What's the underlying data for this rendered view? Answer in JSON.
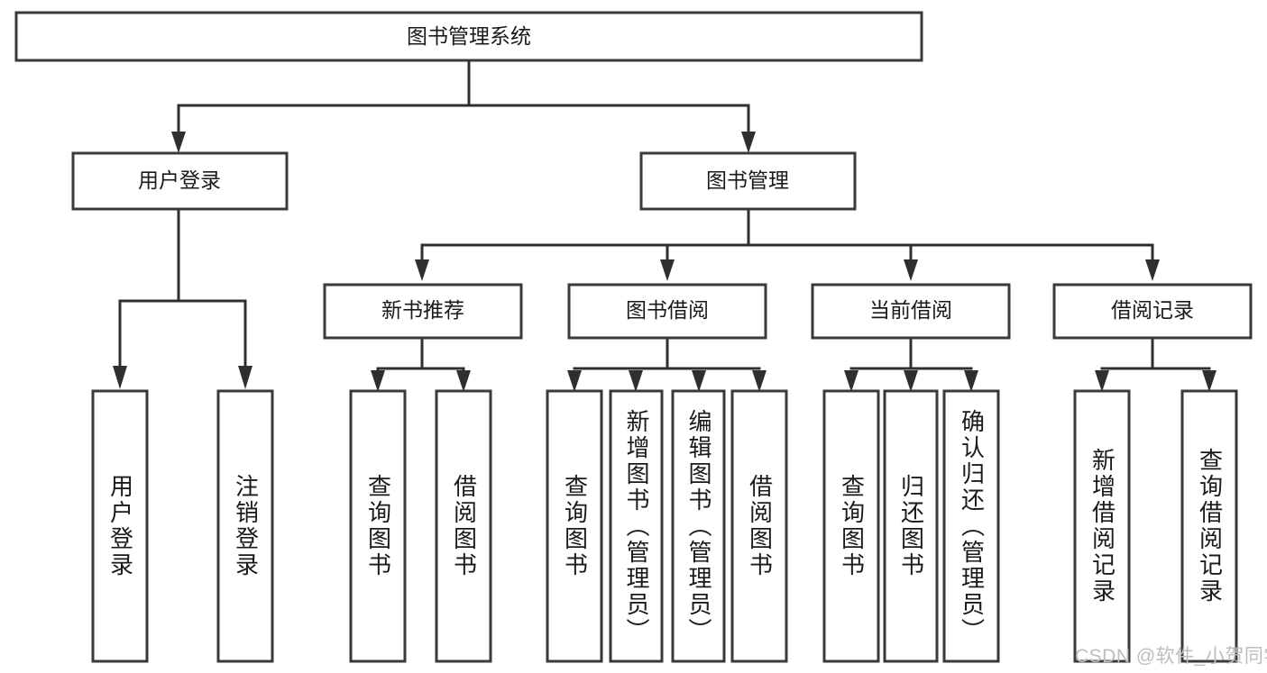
{
  "diagram": {
    "type": "hierarchy-tree",
    "title": "图书管理系统",
    "orientation": "top-down",
    "colors": {
      "box_fill": "#ffffff",
      "box_stroke": "#3a3a3a",
      "connector": "#2f2f2f",
      "text": "#1a1a1a",
      "watermark": "#bdbdbd",
      "background": "#ffffff"
    },
    "root": {
      "label": "图书管理系统"
    },
    "level2": [
      {
        "label": "用户登录"
      },
      {
        "label": "图书管理"
      }
    ],
    "level3": [
      {
        "label": "新书推荐"
      },
      {
        "label": "图书借阅"
      },
      {
        "label": "当前借阅"
      },
      {
        "label": "借阅记录"
      }
    ],
    "leaves": {
      "user_login": [
        {
          "label": "用户登录"
        },
        {
          "label": "注销登录"
        }
      ],
      "new_book_recommend": [
        {
          "label": "查询图书"
        },
        {
          "label": "借阅图书"
        }
      ],
      "book_borrow": [
        {
          "label": "查询图书"
        },
        {
          "label": "新增图书（管理员）"
        },
        {
          "label": "编辑图书（管理员）"
        },
        {
          "label": "借阅图书"
        }
      ],
      "current_borrow": [
        {
          "label": "查询图书"
        },
        {
          "label": "归还图书"
        },
        {
          "label": "确认归还（管理员）"
        }
      ],
      "borrow_record": [
        {
          "label": "新增借阅记录"
        },
        {
          "label": "查询借阅记录"
        }
      ]
    }
  },
  "watermark": {
    "text": "CSDN @软件_小贺同学"
  }
}
